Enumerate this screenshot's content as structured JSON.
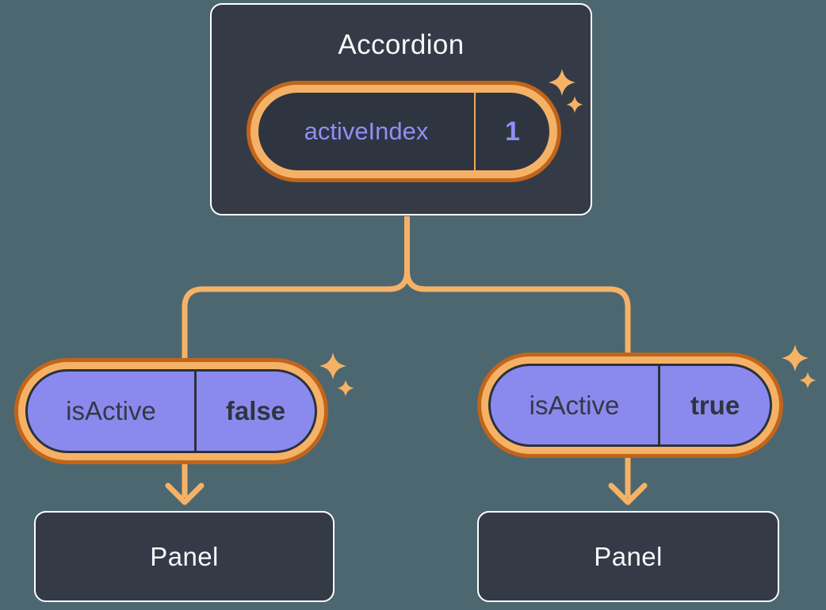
{
  "diagram": {
    "root": {
      "title": "Accordion",
      "state": {
        "name": "activeIndex",
        "value": "1"
      }
    },
    "children": [
      {
        "prop": {
          "name": "isActive",
          "value": "false"
        },
        "panel": {
          "title": "Panel"
        }
      },
      {
        "prop": {
          "name": "isActive",
          "value": "true"
        },
        "panel": {
          "title": "Panel"
        }
      }
    ],
    "icons": {
      "decorations": [
        "sparkle-icon",
        "arrow-down-icon"
      ]
    },
    "colors": {
      "background": "#4C6770",
      "node_fill": "#343B47",
      "node_border": "#FFFFFF",
      "node_text": "#F6F7F9",
      "pill_fill_purple": "#8A8AEE",
      "pill_text_dark": "#333945",
      "state_text_purple": "#8F8FF3",
      "ring_outer_orange": "#C1651A",
      "ring_inner_orange": "#F5B266",
      "connector_orange": "#F5B266",
      "sparkle_orange": "#F5B266"
    }
  }
}
